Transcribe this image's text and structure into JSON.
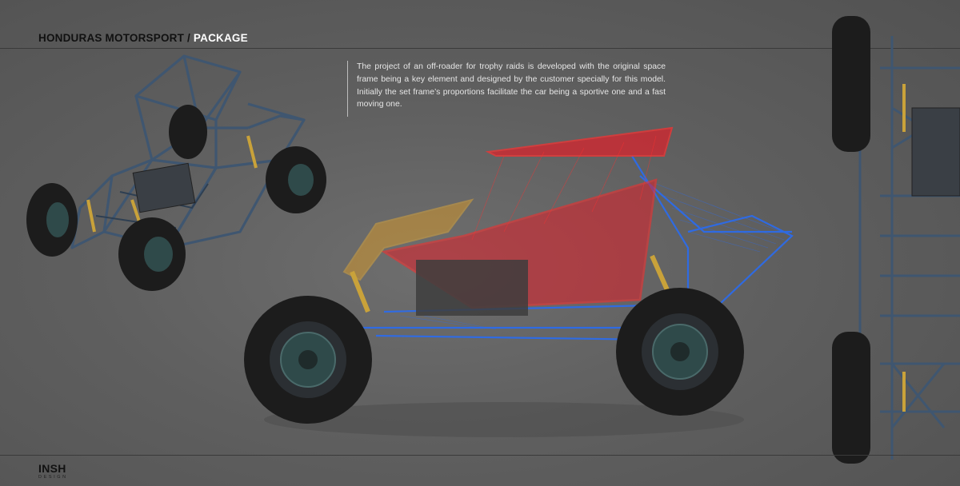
{
  "header": {
    "title_main": "HONDURAS MOTORSPORT / ",
    "title_accent": "PACKAGE"
  },
  "description": "The project of an off-roader for trophy raids is developed with the original space frame being a key element and designed by the customer specially for this model. Initially the set frame’s proportions facilitate the car being a sportive one and a fast moving one.",
  "logo": {
    "main": "INSH",
    "sub": "DESIGN"
  },
  "colors": {
    "background": "#5f5f5f",
    "frame_blue": "#4a6a8a",
    "highlight_red": "#e0202a",
    "highlight_blue": "#2a6cf0",
    "highlight_yellow": "#e8a020",
    "tire": "#1c1c1c"
  }
}
